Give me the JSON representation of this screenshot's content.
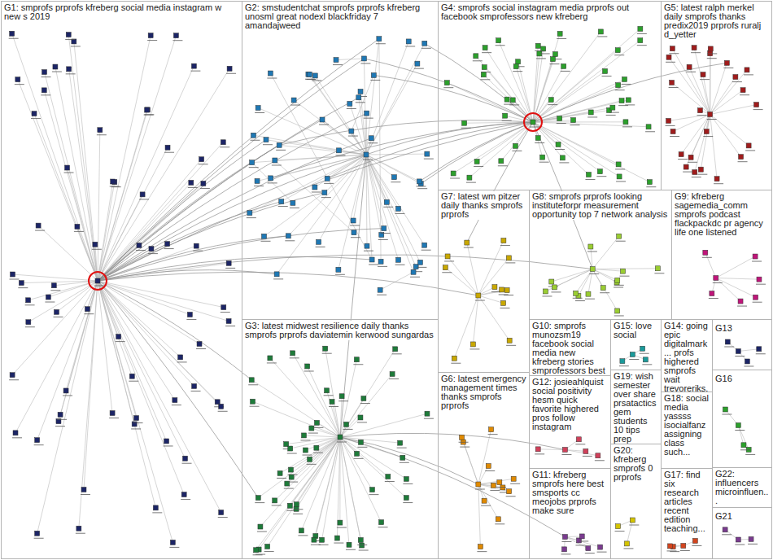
{
  "diagram": {
    "nodes": [
      {
        "text": [
          "G1: smprofs prprofs kfreberg social media instagram w new s 2019"
        ]
      },
      {
        "text": [
          "G2: smstudentchat smprofs prprofs kfreberg unosml great nodexl blackfriday 7 amandajweed"
        ]
      },
      {
        "text": [
          "G4: smprofs social instagram media prprofs out facebook smprofessors new kfreberg"
        ]
      },
      {
        "text": [
          "G5: latest ralph merkel daily smprofs thanks predix2019 prprofs ruralj d_yetter"
        ]
      },
      {
        "text": [
          "G7: latest wm pitzer daily thanks smprofs prprofs"
        ]
      },
      {
        "text": [
          "G8: smprofs prprofs looking instituteforpr measurement opportunity top 7 network analysis"
        ]
      },
      {
        "text": [
          "G9: kfreberg sagemedia_comm smprofs podcast flackpackdc pr agency life one listened"
        ]
      },
      {
        "text": [
          "G3: latest midwest resilience daily thanks smprofs prprofs daviatemin kerwood sungardas"
        ]
      },
      {
        "text": [
          "G10: smprofs munozsm19 facebook social media new kfreberg stories smprofessors best"
        ]
      },
      {
        "text": [
          "G15: love social"
        ]
      },
      {
        "text": [
          "G14: going epic digitalmark... profs highered smprofs wait trevoreriks..."
        ]
      },
      {
        "text": [
          "G13"
        ]
      },
      {
        "text": [
          "G6: latest emergency management times thanks smprofs prprofs"
        ]
      },
      {
        "text": [
          "G12: josieahlquist social positivity hesm quick favorite highered pros follow instagram"
        ]
      },
      {
        "text": [
          "G19: wish semester over share prsatactics gem students 10 tips prep"
        ]
      },
      {
        "text": [
          "G18: social media yassss isocialfanz assigning class such..."
        ]
      },
      {
        "text": [
          "G16"
        ]
      },
      {
        "text": [
          "G20: kfreberg smprofs 0 prprofs"
        ]
      },
      {
        "text": [
          "G11: kfreberg smprofs here best smsports cc meojobs prprofs make sure"
        ]
      },
      {
        "text": [
          "G17: find six research articles recent edition teaching..."
        ]
      },
      {
        "text": [
          "G22: influencers microinfluen..."
        ]
      },
      {
        "text": [
          "G21"
        ]
      }
    ]
  }
}
